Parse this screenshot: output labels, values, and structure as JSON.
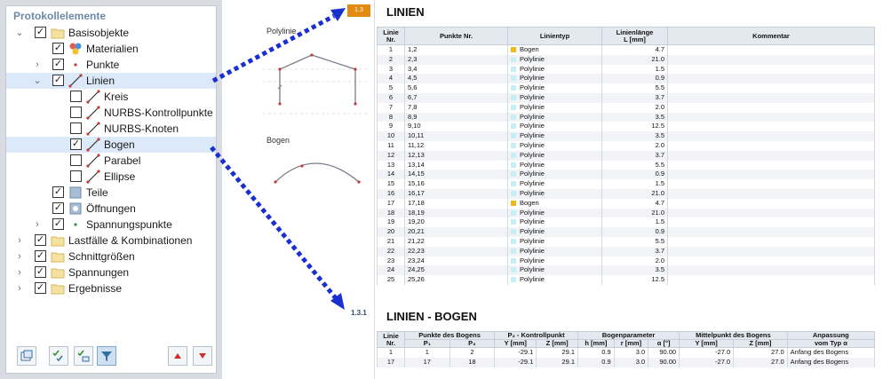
{
  "left_panel": {
    "title": "Protokollelemente",
    "tree": [
      {
        "label": "Basisobjekte",
        "level": 0,
        "checked": true,
        "expanded": true,
        "icon": "folder-icon"
      },
      {
        "label": "Materialien",
        "level": 1,
        "checked": true,
        "icon": "materials-icon"
      },
      {
        "label": "Punkte",
        "level": 1,
        "checked": true,
        "collapsed": true,
        "icon": "point-icon"
      },
      {
        "label": "Linien",
        "level": 1,
        "checked": true,
        "expanded": true,
        "icon": "line-icon",
        "highlight": true
      },
      {
        "label": "Kreis",
        "level": 2,
        "checked": false,
        "icon": "line-icon"
      },
      {
        "label": "NURBS-Kontrollpunkte",
        "level": 2,
        "checked": false,
        "icon": "line-icon"
      },
      {
        "label": "NURBS-Knoten",
        "level": 2,
        "checked": false,
        "icon": "line-icon"
      },
      {
        "label": "Bogen",
        "level": 2,
        "checked": true,
        "icon": "line-icon",
        "highlight": true
      },
      {
        "label": "Parabel",
        "level": 2,
        "checked": false,
        "icon": "line-icon"
      },
      {
        "label": "Ellipse",
        "level": 2,
        "checked": false,
        "icon": "line-icon"
      },
      {
        "label": "Teile",
        "level": 1,
        "checked": true,
        "icon": "parts-icon"
      },
      {
        "label": "Öffnungen",
        "level": 1,
        "checked": true,
        "icon": "openings-icon"
      },
      {
        "label": "Spannungspunkte",
        "level": 1,
        "checked": true,
        "collapsed": true,
        "icon": "stress-point-icon"
      },
      {
        "label": "Lastfälle & Kombinationen",
        "level": 0,
        "checked": true,
        "collapsed": true,
        "icon": "folder-icon"
      },
      {
        "label": "Schnittgrößen",
        "level": 0,
        "checked": true,
        "collapsed": true,
        "icon": "folder-icon"
      },
      {
        "label": "Spannungen",
        "level": 0,
        "checked": true,
        "collapsed": true,
        "icon": "folder-icon"
      },
      {
        "label": "Ergebnisse",
        "level": 0,
        "checked": true,
        "collapsed": true,
        "icon": "folder-icon"
      }
    ],
    "footer_buttons": [
      "window-icon",
      "check-all-icon",
      "swap-icon",
      "filter-icon",
      "arrow-up-icon",
      "arrow-down-icon"
    ]
  },
  "illustrations": {
    "polylinie_label": "Polylinie",
    "bogen_label": "Bogen"
  },
  "badges": {
    "section1": "1.3",
    "section2": "1.3.1"
  },
  "colors": {
    "badge_orange": "#e38a12",
    "arrow_blue": "#1a2fd0",
    "bogen_swatch": "#f0b81a",
    "polylinie_swatch": "#c6eef4"
  },
  "linien": {
    "title": "LINIEN",
    "headers": {
      "linie": [
        "Linie",
        "Nr."
      ],
      "punkte": "Punkte Nr.",
      "typ": "Linientyp",
      "laenge": [
        "Linienlänge",
        "L [mm]"
      ],
      "kommentar": "Kommentar"
    },
    "rows": [
      [
        "1",
        "1,2",
        "Bogen",
        "4.7"
      ],
      [
        "2",
        "2,3",
        "Polylinie",
        "21.0"
      ],
      [
        "3",
        "3,4",
        "Polylinie",
        "1.5"
      ],
      [
        "4",
        "4,5",
        "Polylinie",
        "0.9"
      ],
      [
        "5",
        "5,6",
        "Polylinie",
        "5.5"
      ],
      [
        "6",
        "6,7",
        "Polylinie",
        "3.7"
      ],
      [
        "7",
        "7,8",
        "Polylinie",
        "2.0"
      ],
      [
        "8",
        "8,9",
        "Polylinie",
        "3.5"
      ],
      [
        "9",
        "9,10",
        "Polylinie",
        "12.5"
      ],
      [
        "10",
        "10,11",
        "Polylinie",
        "3.5"
      ],
      [
        "11",
        "11,12",
        "Polylinie",
        "2.0"
      ],
      [
        "12",
        "12,13",
        "Polylinie",
        "3.7"
      ],
      [
        "13",
        "13,14",
        "Polylinie",
        "5.5"
      ],
      [
        "14",
        "14,15",
        "Polylinie",
        "0.9"
      ],
      [
        "15",
        "15,16",
        "Polylinie",
        "1.5"
      ],
      [
        "16",
        "16,17",
        "Polylinie",
        "21.0"
      ],
      [
        "17",
        "17,18",
        "Bogen",
        "4.7"
      ],
      [
        "18",
        "18,19",
        "Polylinie",
        "21.0"
      ],
      [
        "19",
        "19,20",
        "Polylinie",
        "1.5"
      ],
      [
        "20",
        "20,21",
        "Polylinie",
        "0.9"
      ],
      [
        "21",
        "21,22",
        "Polylinie",
        "5.5"
      ],
      [
        "22",
        "22,23",
        "Polylinie",
        "3.7"
      ],
      [
        "23",
        "23,24",
        "Polylinie",
        "2.0"
      ],
      [
        "24",
        "24,25",
        "Polylinie",
        "3.5"
      ],
      [
        "25",
        "25,26",
        "Polylinie",
        "12.5"
      ]
    ]
  },
  "bogen": {
    "title": "LINIEN - BOGEN",
    "headers": {
      "linie": [
        "Linie",
        "Nr."
      ],
      "punkte_group": "Punkte des Bogens",
      "p1": "P₁",
      "p3": "P₃",
      "kontroll_group": "P₂ - Kontrollpunkt",
      "kontroll_y": "Y [mm]",
      "kontroll_z": "Z [mm]",
      "param_group": "Bogenparameter",
      "h": "h [mm]",
      "r": "r [mm]",
      "alpha": "α [°]",
      "mittel_group": "Mittelpunkt des Bogens",
      "mittel_y": "Y [mm]",
      "mittel_z": "Z [mm]",
      "anpassung_group": "Anpassung",
      "anpassung_sub": "vom Typ α"
    },
    "rows": [
      [
        "1",
        "1",
        "2",
        "-29.1",
        "29.1",
        "0.9",
        "3.0",
        "90.00",
        "-27.0",
        "27.0",
        "Anfang des Bogens"
      ],
      [
        "17",
        "17",
        "18",
        "-29.1",
        "29.1",
        "0.9",
        "3.0",
        "90.00",
        "-27.0",
        "27.0",
        "Anfang des Bogens"
      ]
    ]
  }
}
